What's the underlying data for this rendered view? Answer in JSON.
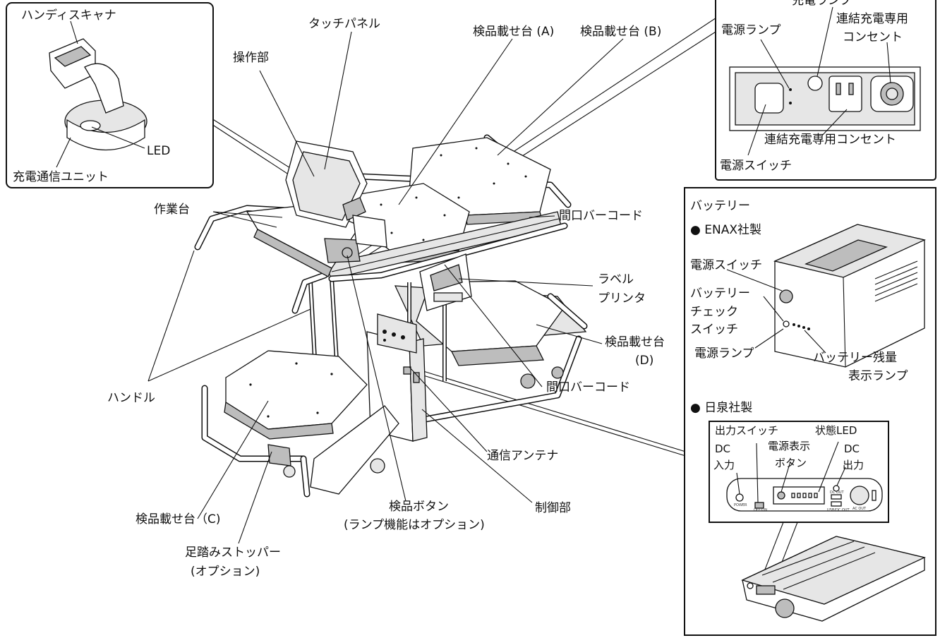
{
  "inset_scanner": {
    "handy_scanner": "ハンディスキャナ",
    "led": "LED",
    "charge_unit": "充電通信ユニット"
  },
  "main": {
    "touch_panel": "タッチパネル",
    "operation_unit": "操作部",
    "table_a": "検品載せ台 (A)",
    "table_b": "検品載せ台 (B)",
    "work_table": "作業台",
    "frontage_barcode_top": "間口バーコード",
    "label_printer_1": "ラベル",
    "label_printer_2": "プリンタ",
    "table_d_1": "検品載せ台",
    "table_d_2": "(D)",
    "frontage_barcode_mid": "間口バーコード",
    "handle": "ハンドル",
    "antenna": "通信アンテナ",
    "table_c": "検品載せ台（C)",
    "control_unit": "制御部",
    "inspect_button_1": "検品ボタン",
    "inspect_button_2": "(ランプ機能はオプション)",
    "foot_stopper_1": "足踏みストッパー",
    "foot_stopper_2": "(オプション)"
  },
  "inset_power": {
    "charge_lamp": "充電ランプ",
    "power_lamp": "電源ランプ",
    "link_outlet_top_1": "連結充電専用",
    "link_outlet_top_2": "コンセント",
    "link_outlet_bottom": "連結充電専用コンセント",
    "power_switch": "電源スイッチ"
  },
  "inset_battery": {
    "title": "バッテリー",
    "enax": "● ENAX社製",
    "power_switch": "電源スイッチ",
    "check_1": "バッテリー",
    "check_2": "チェック",
    "check_3": "スイッチ",
    "power_lamp": "電源ランプ",
    "remaining_1": "バッテリー残量",
    "remaining_2": "表示ランプ",
    "nissen": "● 日泉社製",
    "output_switch": "出力スイッチ",
    "status_led": "状態LED",
    "dc_in_1": "DC",
    "dc_in_2": "入力",
    "power_display_1": "電源表示",
    "power_display_2": "ボタン",
    "dc_out_1": "DC",
    "dc_out_2": "出力",
    "panel_power": "POWER",
    "panel_offon": "OFF/ON",
    "panel_dcout": "DC OUT",
    "panel_usbdc": "USB/DC OUT",
    "panel_acout": "AC OUT"
  }
}
